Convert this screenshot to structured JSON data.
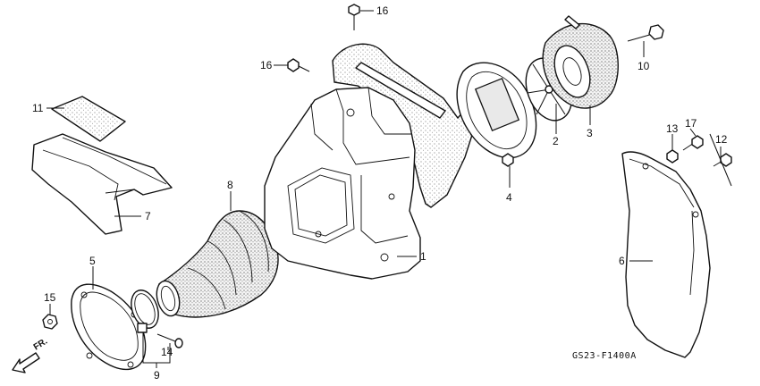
{
  "callouts": {
    "c1": "1",
    "c2": "2",
    "c3": "3",
    "c4": "4",
    "c5": "5",
    "c6": "6",
    "c7": "7",
    "c8": "8",
    "c9": "9",
    "c10": "10",
    "c11": "11",
    "c12": "12",
    "c13": "13",
    "c14": "14",
    "c15": "15",
    "c16a": "16",
    "c16b": "16",
    "c17": "17"
  },
  "diagram_code": "GS23-F1400A",
  "direction_label": "FR."
}
